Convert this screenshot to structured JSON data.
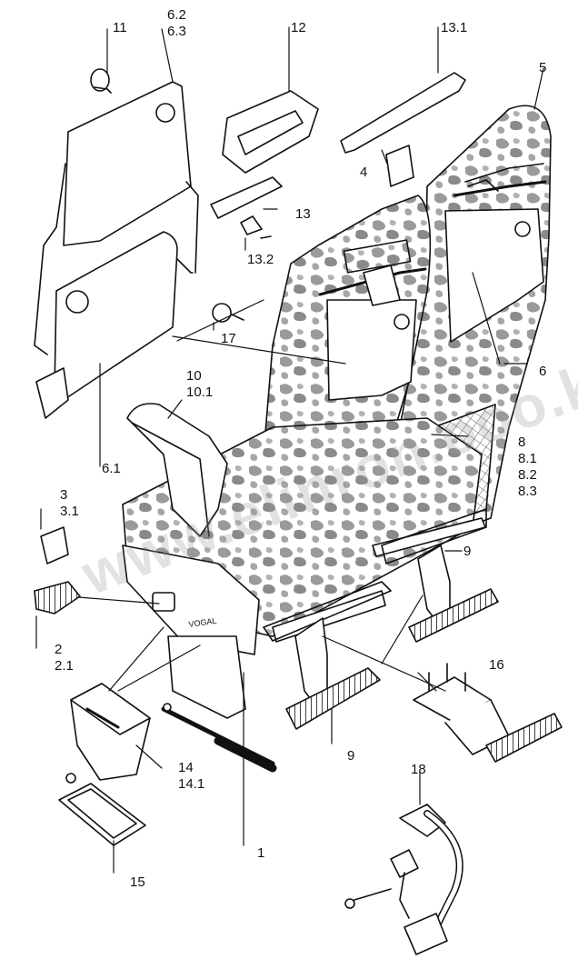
{
  "watermark": "www.elinron.ooo.kz",
  "labels": {
    "l11": "11",
    "l6_2": "6.2",
    "l6_3": "6.3",
    "l12": "12",
    "l13_1": "13.1",
    "l5": "5",
    "l4": "4",
    "l13": "13",
    "l13_2": "13.2",
    "l17": "17",
    "l6": "6",
    "l10": "10",
    "l10_1": "10.1",
    "l8": "8",
    "l8_1": "8.1",
    "l8_2": "8.2",
    "l8_3": "8.3",
    "l6_1": "6.1",
    "l3": "3",
    "l3_1": "3.1",
    "l9a": "9",
    "l2": "2",
    "l2_1": "2.1",
    "l16": "16",
    "l9b": "9",
    "l14": "14",
    "l14_1": "14.1",
    "l18": "18",
    "l1": "1",
    "l15": "15"
  },
  "colors": {
    "ink": "#111111",
    "camo": "#bdbdbd",
    "watermark": "#969696"
  }
}
